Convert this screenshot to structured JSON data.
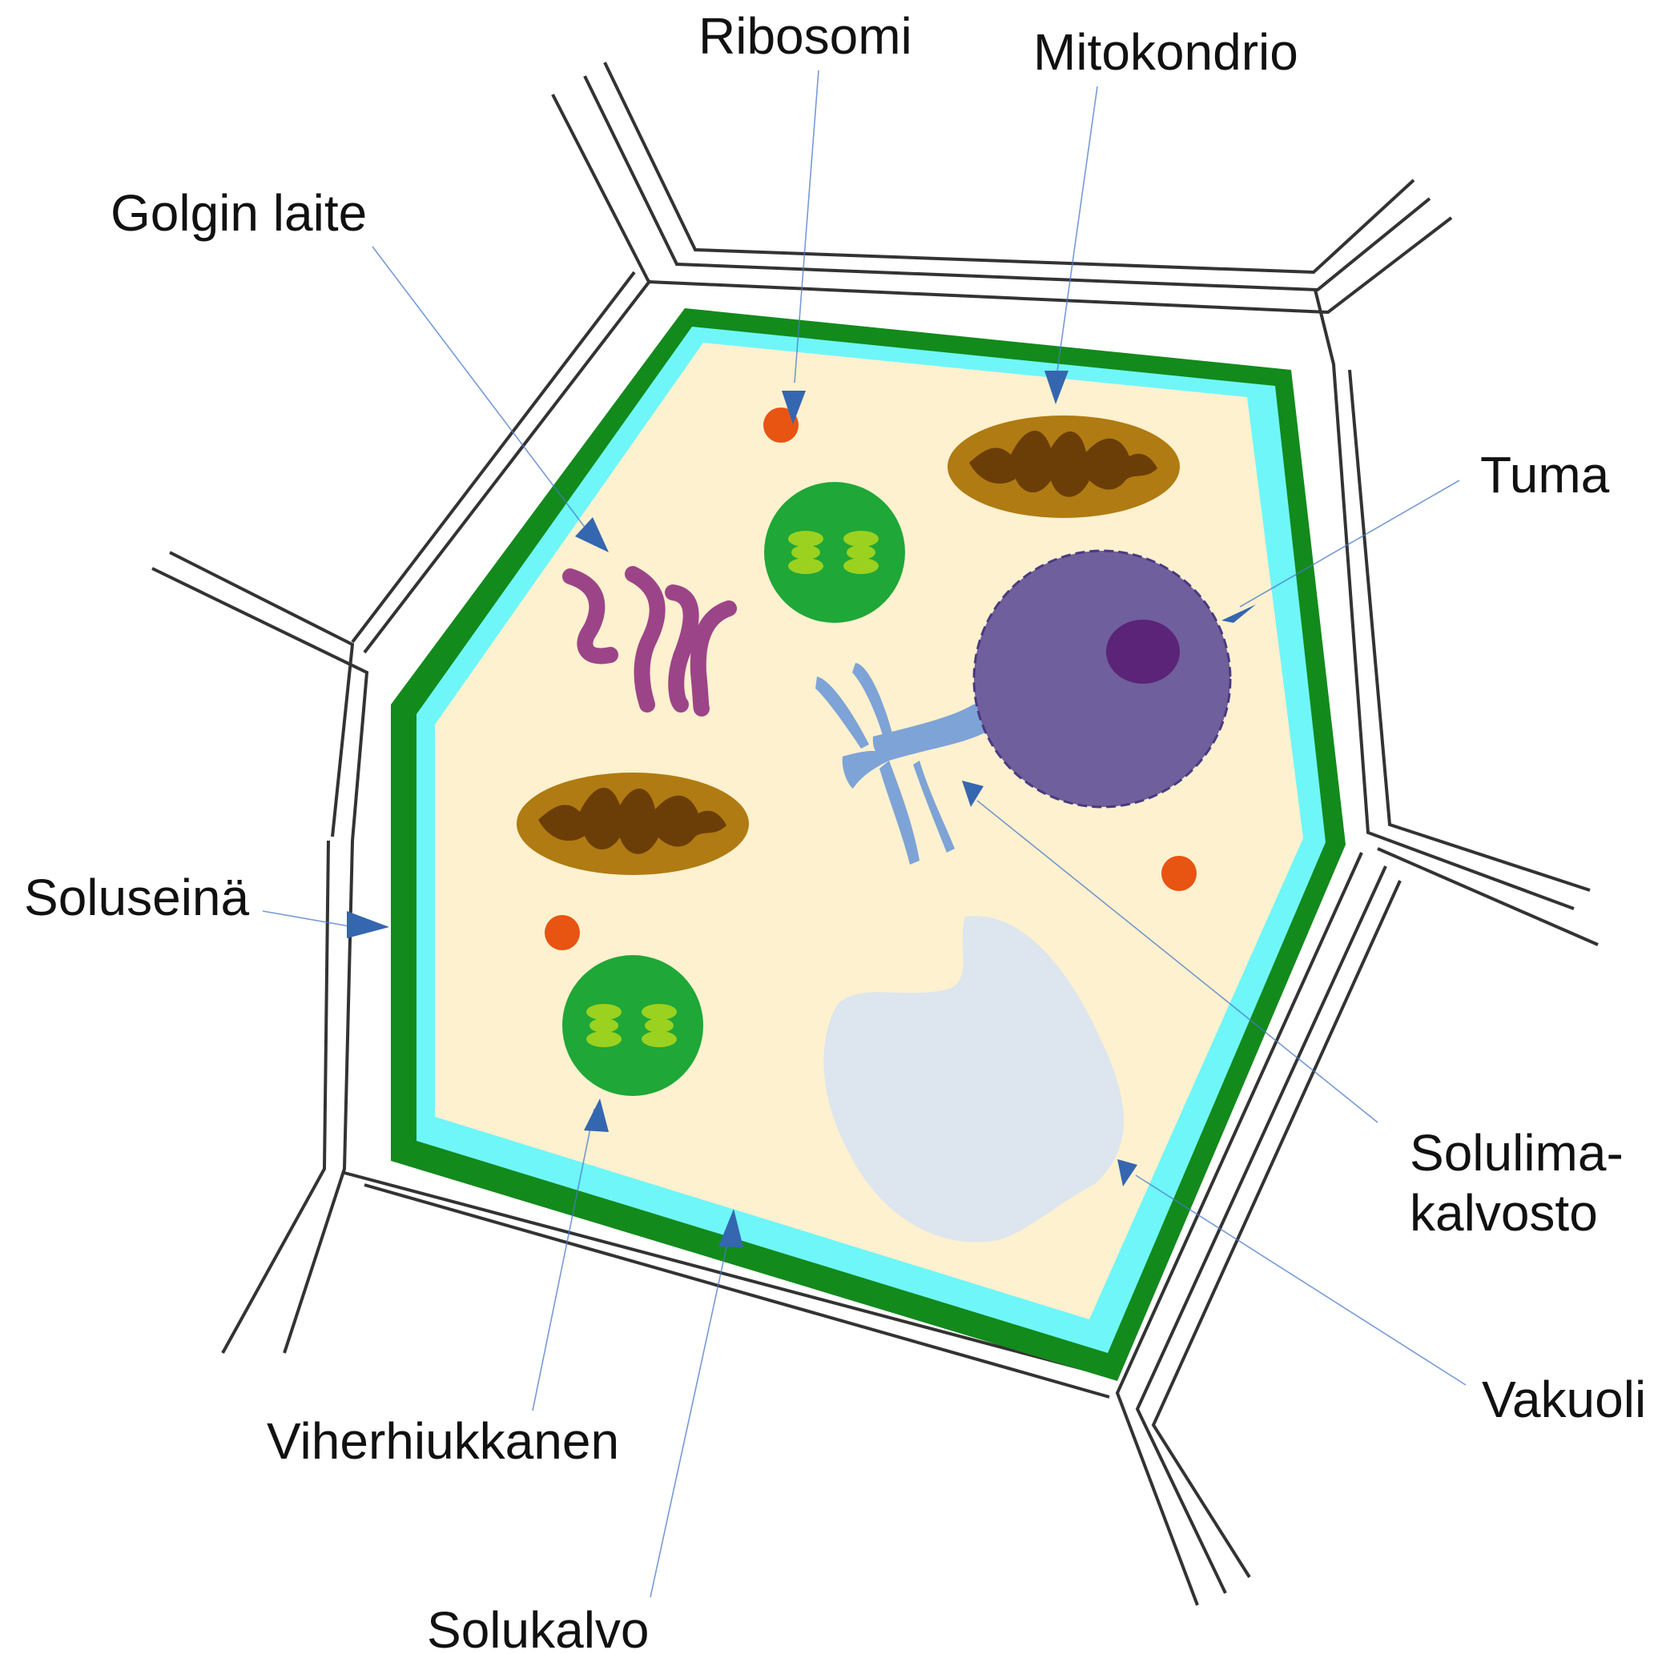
{
  "labels": {
    "ribosomi": "Ribosomi",
    "mitokondrio": "Mitokondrio",
    "golgin_laite": "Golgin laite",
    "tuma": "Tuma",
    "soluseina": "Soluseinä",
    "solulima_1": "Solulima-",
    "solulima_2": "kalvosto",
    "vakuoli": "Vakuoli",
    "viherhiukkanen": "Viherhiukkanen",
    "solukalvo": "Solukalvo"
  },
  "colors": {
    "cell_wall": "#138a1c",
    "cell_membrane": "#6ff6f8",
    "cytoplasm": "#fdf1cf",
    "mitochondrion": "#b07b12",
    "mitochondrion_cristae": "#6b3e08",
    "chloroplast": "#1fa738",
    "thylakoid": "#9bd21f",
    "golgi": "#9c4488",
    "nucleus": "#6f5f9c",
    "nucleolus": "#5b2478",
    "endoplasmic_reticulum": "#7ea3d6",
    "vacuole": "#dde5ee",
    "ribosome": "#e85412",
    "arrow": "#3566b0"
  }
}
